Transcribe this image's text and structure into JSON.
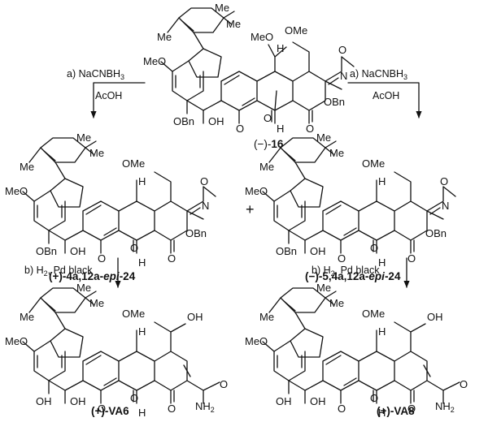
{
  "scheme": {
    "starting_material": {
      "label_html": "(−)-<tspan font-weight=\"bold\">16</tspan>",
      "label": "(−)-16",
      "substituents": [
        "Me",
        "Me",
        "Me",
        "MeO",
        "OMe",
        "H",
        "O",
        "N",
        "MeO",
        "OBn",
        "OBn",
        "OH",
        "O",
        "O",
        "H",
        "O"
      ]
    },
    "step_a_left": {
      "line1": "a) NaCNBH",
      "sub": "3",
      "line2": "AcOH"
    },
    "step_a_right": {
      "line1": "a) NaCNBH",
      "sub": "3",
      "line2": "AcOH"
    },
    "plus_sign": "+",
    "intermediate_left": {
      "label_pre": "(+)-4a,12a-",
      "label_italic": "epi",
      "label_post": "-24",
      "substituents": [
        "Me",
        "Me",
        "Me",
        "OMe",
        "H",
        "O",
        "N",
        "MeO",
        "OBn",
        "OBn",
        "OH",
        "O",
        "O",
        "O",
        "H"
      ]
    },
    "intermediate_right": {
      "label_pre": "(−)-5,4a,12a-",
      "label_italic": "epi",
      "label_post": "-24",
      "substituents": [
        "Me",
        "Me",
        "Me",
        "OMe",
        "H",
        "O",
        "N",
        "MeO",
        "OBn",
        "OBn",
        "OH",
        "O",
        "O",
        "O",
        "H"
      ]
    },
    "step_b_left": {
      "text": "b) H",
      "sub": "2",
      "text2": ", Pd black"
    },
    "step_b_right": {
      "text": "b) H",
      "sub": "2",
      "text2": ", Pd black"
    },
    "product_left": {
      "label": "(+)-VA6",
      "substituents": [
        "Me",
        "Me",
        "Me",
        "OMe",
        "H",
        "OH",
        "MeO",
        "OH",
        "OH",
        "O",
        "O",
        "O",
        "NH",
        "2",
        "O",
        "H"
      ]
    },
    "product_right": {
      "label": "(+)-VA8",
      "substituents": [
        "Me",
        "Me",
        "Me",
        "OMe",
        "H",
        "OH",
        "MeO",
        "OH",
        "OH",
        "O",
        "O",
        "O",
        "NH",
        "2",
        "O",
        "H"
      ]
    }
  }
}
